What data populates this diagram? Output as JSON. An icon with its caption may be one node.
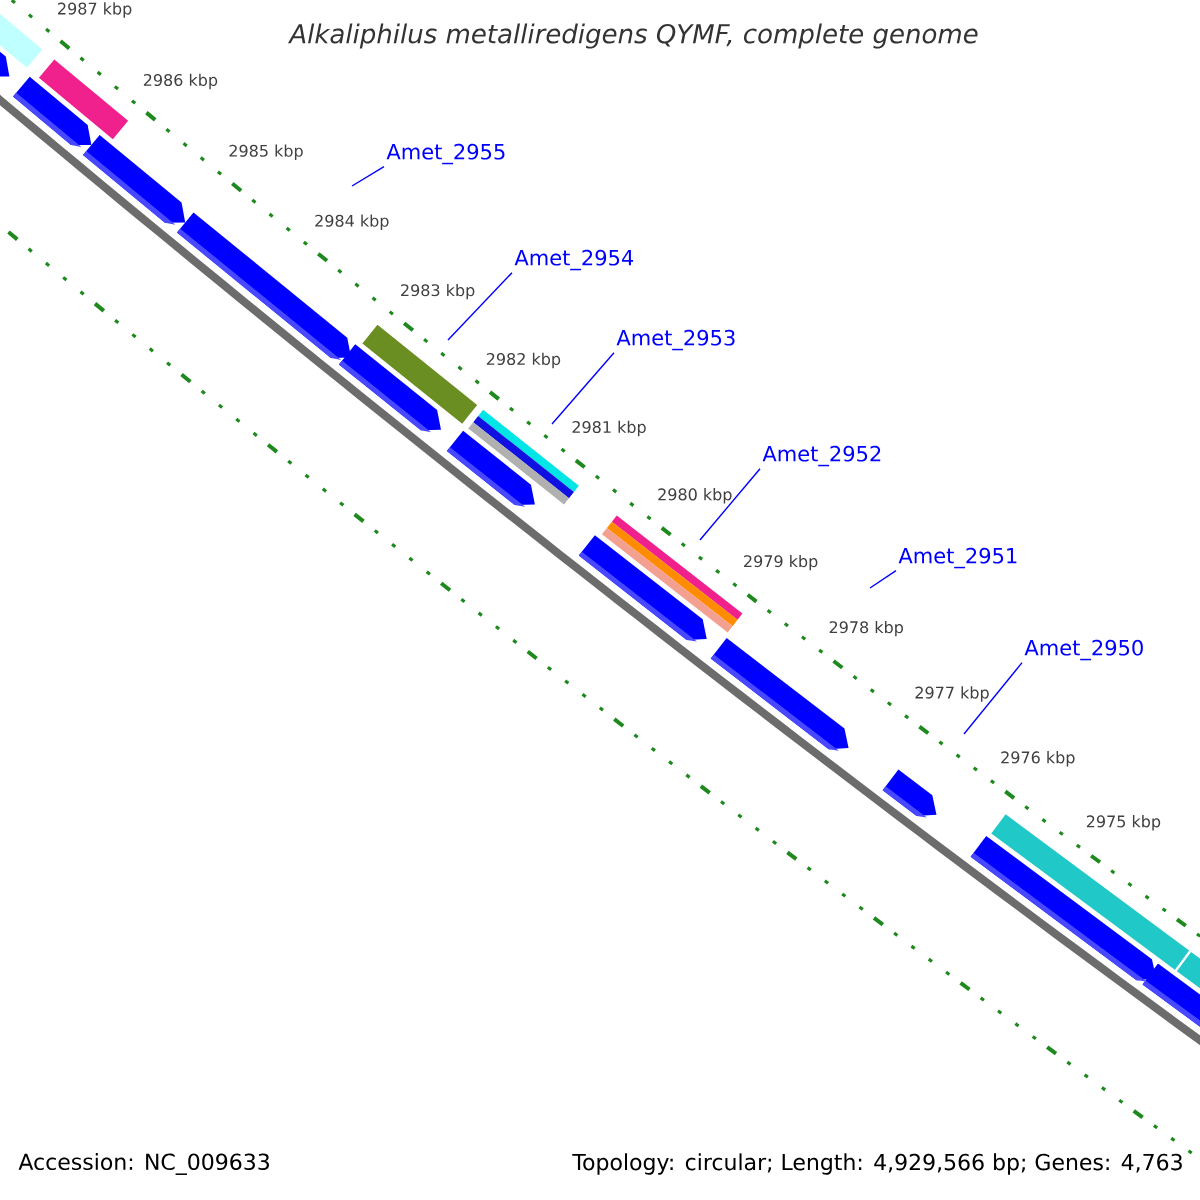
{
  "diagram": {
    "title": "Alkaliphilus metalliredigens QYMF, complete genome",
    "nodes": [
      {
        "text": [
          "Amet_2955"
        ]
      },
      {
        "text": [
          "Amet_2954"
        ]
      },
      {
        "text": [
          "Amet_2953"
        ]
      },
      {
        "text": [
          "Amet_2952"
        ]
      },
      {
        "text": [
          "Amet_2951"
        ]
      },
      {
        "text": [
          "Amet_2950"
        ]
      }
    ],
    "edges": [
      {
        "from": 0,
        "to": null,
        "arrow": "none"
      },
      {
        "from": 1,
        "to": null,
        "arrow": "none"
      },
      {
        "from": 2,
        "to": null,
        "arrow": "none"
      },
      {
        "from": 3,
        "to": null,
        "arrow": "none"
      },
      {
        "from": 4,
        "to": null,
        "arrow": "none"
      },
      {
        "from": 5,
        "to": null,
        "arrow": "none"
      }
    ],
    "labels": [
      "2987 kbp",
      "2986 kbp",
      "2985 kbp",
      "2984 kbp",
      "2983 kbp",
      "2982 kbp",
      "2981 kbp",
      "2980 kbp",
      "2979 kbp",
      "2978 kbp",
      "2977 kbp",
      "2976 kbp",
      "2975 kbp",
      "Accession: NC_009633",
      "Topology: circular; Length: 4,929,566 bp; Genes: 4,763"
    ]
  }
}
